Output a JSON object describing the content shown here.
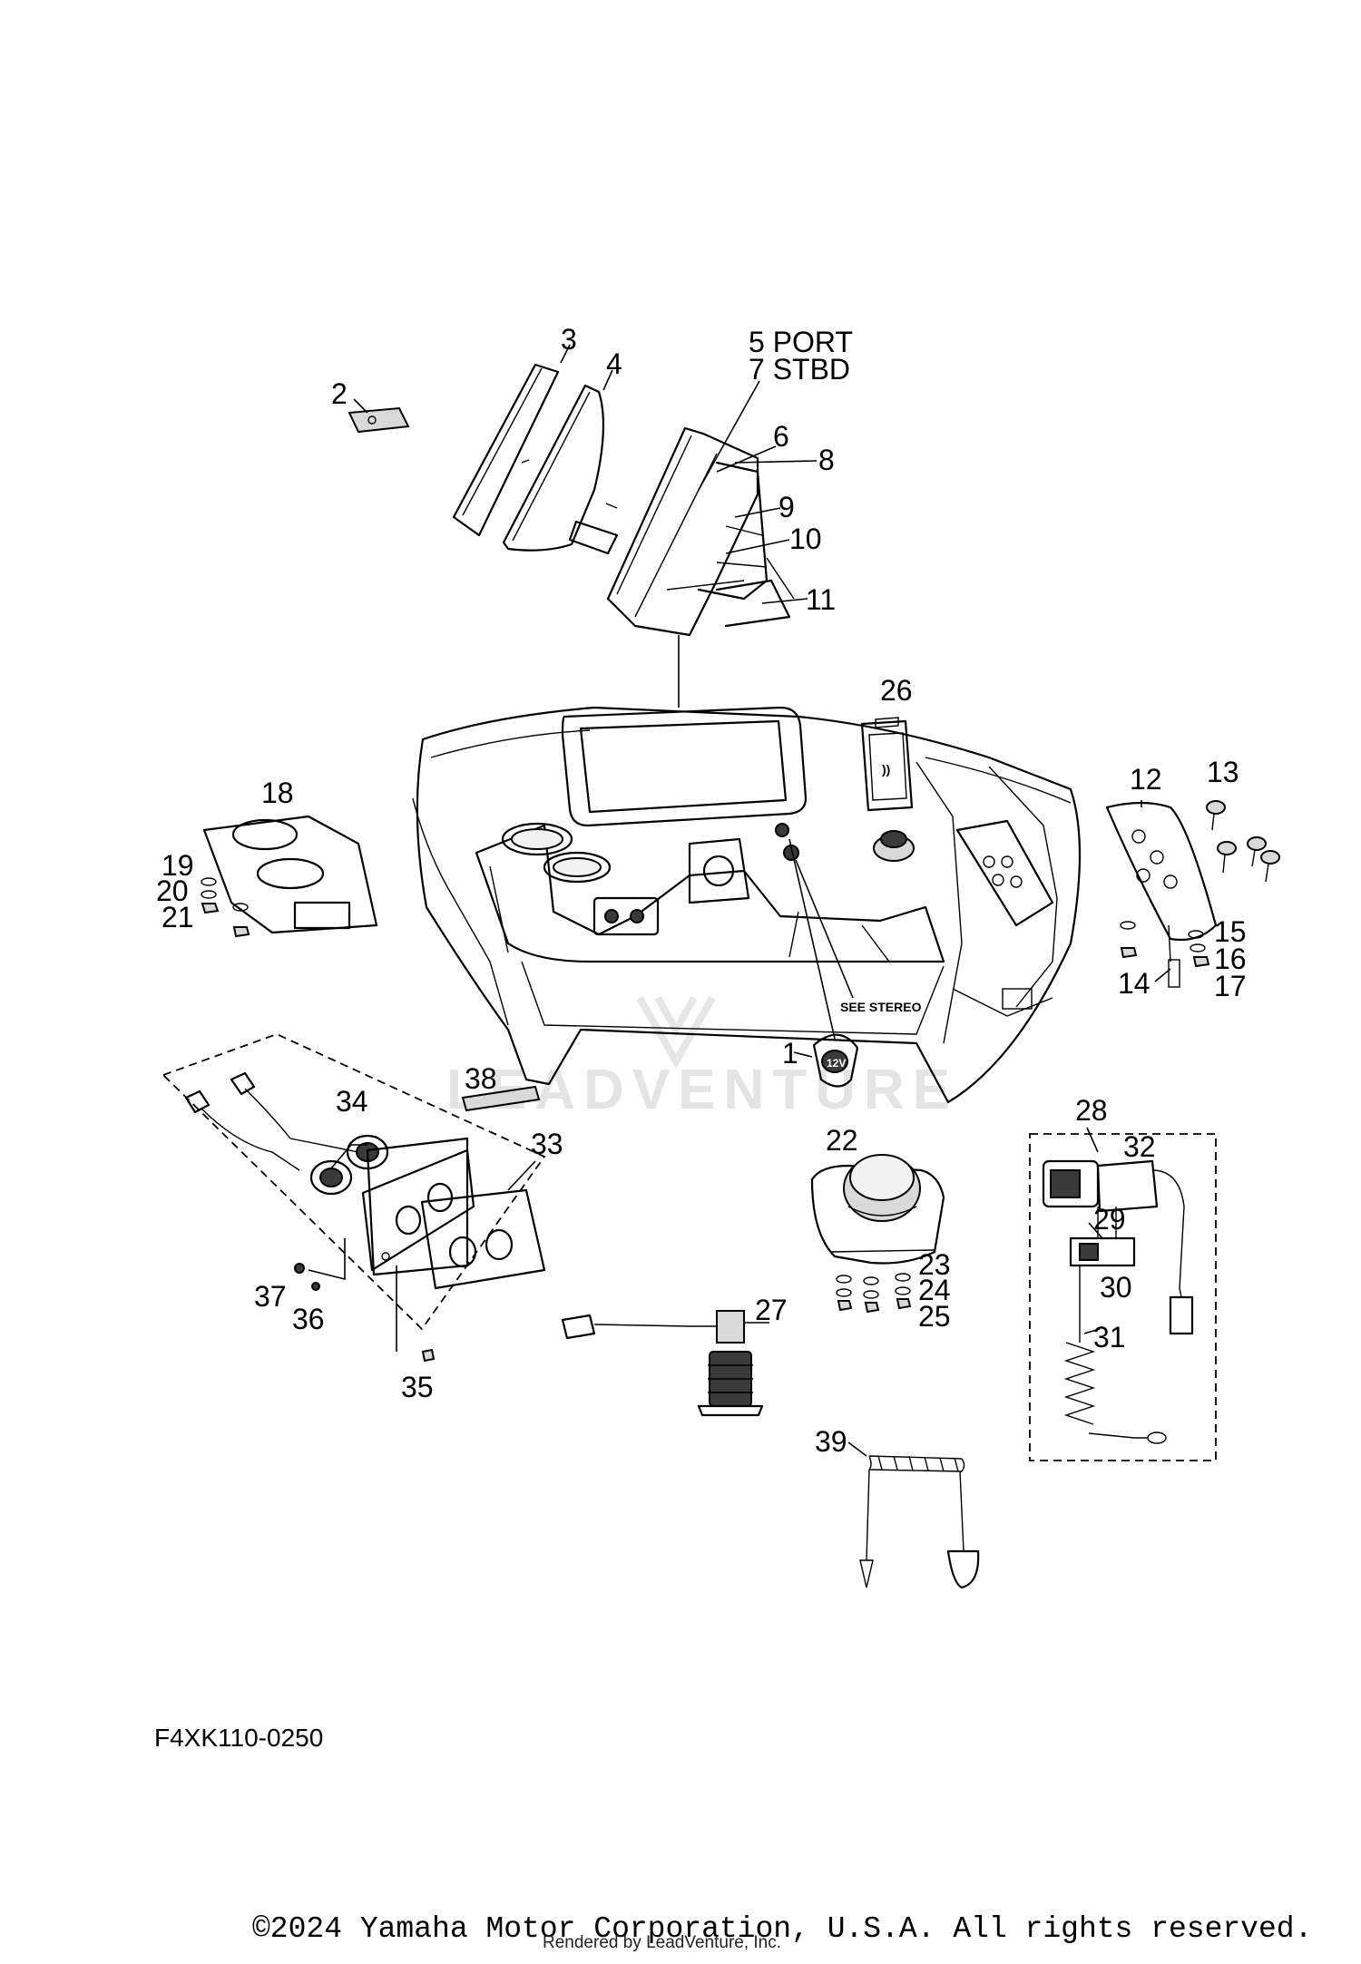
{
  "diagram": {
    "reference_code": "F4XK110-0250",
    "copyright": "©2024 Yamaha Motor Corporation, U.S.A. All rights reserved.",
    "rendered_by": "Rendered by LeadVenture, Inc.",
    "watermark": "LEADVENTURE",
    "notes": {
      "see_stereo": "SEE STEREO",
      "charger_label": "12V"
    },
    "callouts": {
      "c1": "1",
      "c2": "2",
      "c3": "3",
      "c4": "4",
      "c5": "5 PORT",
      "c7": "7 STBD",
      "c6": "6",
      "c8": "8",
      "c9": "9",
      "c10": "10",
      "c11": "11",
      "c12": "12",
      "c13": "13",
      "c14": "14",
      "c15": "15",
      "c16": "16",
      "c17": "17",
      "c18": "18",
      "c19": "19",
      "c20": "20",
      "c21": "21",
      "c22": "22",
      "c23": "23",
      "c24": "24",
      "c25": "25",
      "c26": "26",
      "c27": "27",
      "c28": "28",
      "c29": "29",
      "c30": "30",
      "c31": "31",
      "c32": "32",
      "c33": "33",
      "c34": "34",
      "c35": "35",
      "c36": "36",
      "c37": "37",
      "c38": "38",
      "c39": "39"
    }
  }
}
